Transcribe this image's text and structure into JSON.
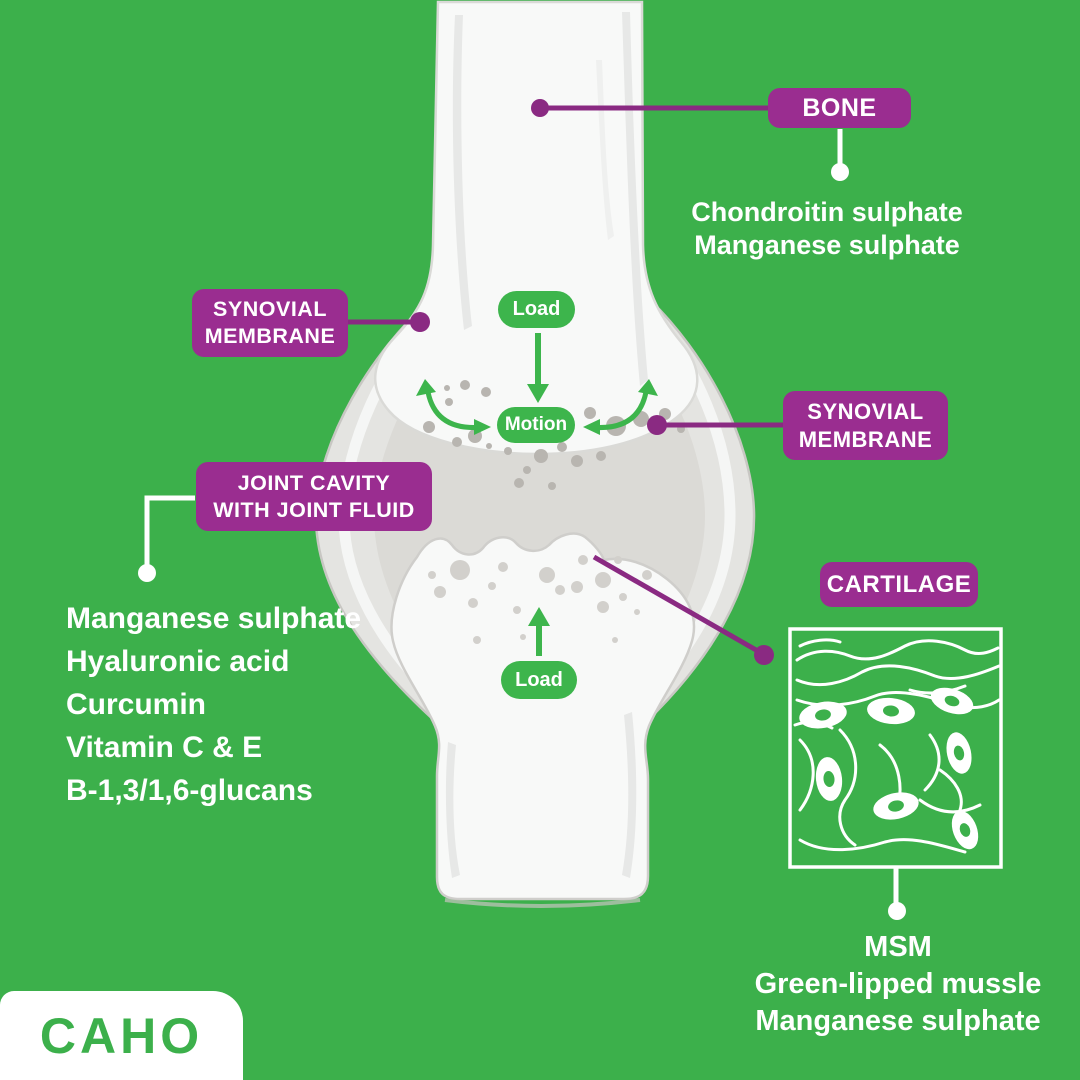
{
  "colors": {
    "background": "#3cb04b",
    "accent_green": "#3db54c",
    "label_purple": "#9a2d90",
    "connector_purple": "#8a2a82",
    "bone_white": "#f8f9f8",
    "capsule_gray": "#e4e4e1",
    "cavity_gray": "#dbdad6"
  },
  "diagram": {
    "labels": {
      "bone": "BONE",
      "synovial_left_line1": "SYNOVIAL",
      "synovial_left_line2": "MEMBRANE",
      "joint_cavity_line1": "JOINT CAVITY",
      "joint_cavity_line2": "WITH JOINT FLUID",
      "synovial_right_line1": "SYNOVIAL",
      "synovial_right_line2": "MEMBRANE",
      "cartilage": "CARTILAGE"
    },
    "pills": {
      "load_top": "Load",
      "motion": "Motion",
      "load_bottom": "Load"
    }
  },
  "supplements": {
    "bone": [
      "Chondroitin sulphate",
      "Manganese sulphate"
    ],
    "joint_fluid": [
      "Manganese sulphate",
      "Hyaluronic acid",
      "Curcumin",
      "Vitamin C & E",
      "B-1,3/1,6-glucans"
    ],
    "cartilage": [
      "MSM",
      "Green-lipped mussle",
      "Manganese sulphate"
    ]
  },
  "logo": {
    "text": "CAHO"
  }
}
